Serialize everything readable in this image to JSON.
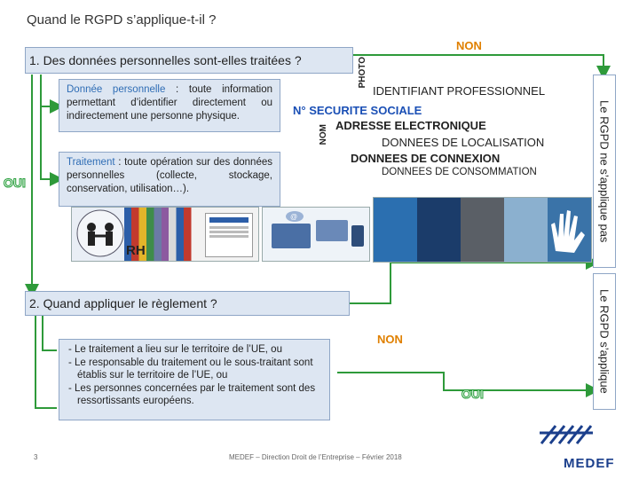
{
  "title": "Quand le RGPD s’applique-t-il ?",
  "section1": {
    "question": "1. Des données personnelles sont-elles traitées ?",
    "definition1_term": "Donnée personnelle",
    "definition1_text": " : toute information permettant d’identifier directement ou indirectement une personne physique.",
    "definition2_term": "Traitement",
    "definition2_text": " : toute opération sur des données personnelles (collecte, stockage, conservation, utilisation…).",
    "label_photo": "PHOTO",
    "label_nom": "NOM",
    "label_rh": "RH",
    "non": "NON",
    "oui": "OUI",
    "identifiers": [
      "IDENTIFIANT PROFESSIONNEL",
      "N° SECURITE SOCIALE",
      "ADRESSE ELECTRONIQUE",
      "DONNEES DE LOCALISATION",
      "DONNEES DE CONNEXION",
      "DONNEES DE CONSOMMATION"
    ],
    "rgpd_no": "Le RGPD ne s’applique pas"
  },
  "section2": {
    "question": "2. Quand appliquer le règlement ?",
    "conditions": [
      "Le traitement a lieu sur le territoire de l’UE, ou",
      "Le responsable du traitement ou le sous-traitant sont établis sur le territoire de l’UE, ou",
      "Les personnes concernées par le traitement sont des ressortissants européens."
    ],
    "non": "NON",
    "oui": "OUI",
    "rgpd_yes": "Le RGPD s’applique"
  },
  "footer": {
    "page": "3",
    "text": "MEDEF – Direction Droit de l’Entreprise – Février 2018",
    "logo": "MEDEF"
  },
  "colors": {
    "box_fill": "#dde6f2",
    "arrow_green": "#2e9a3a",
    "non_orange": "#e08000",
    "oui_green": "#1d9a32",
    "medef_blue": "#1b3f8c"
  }
}
